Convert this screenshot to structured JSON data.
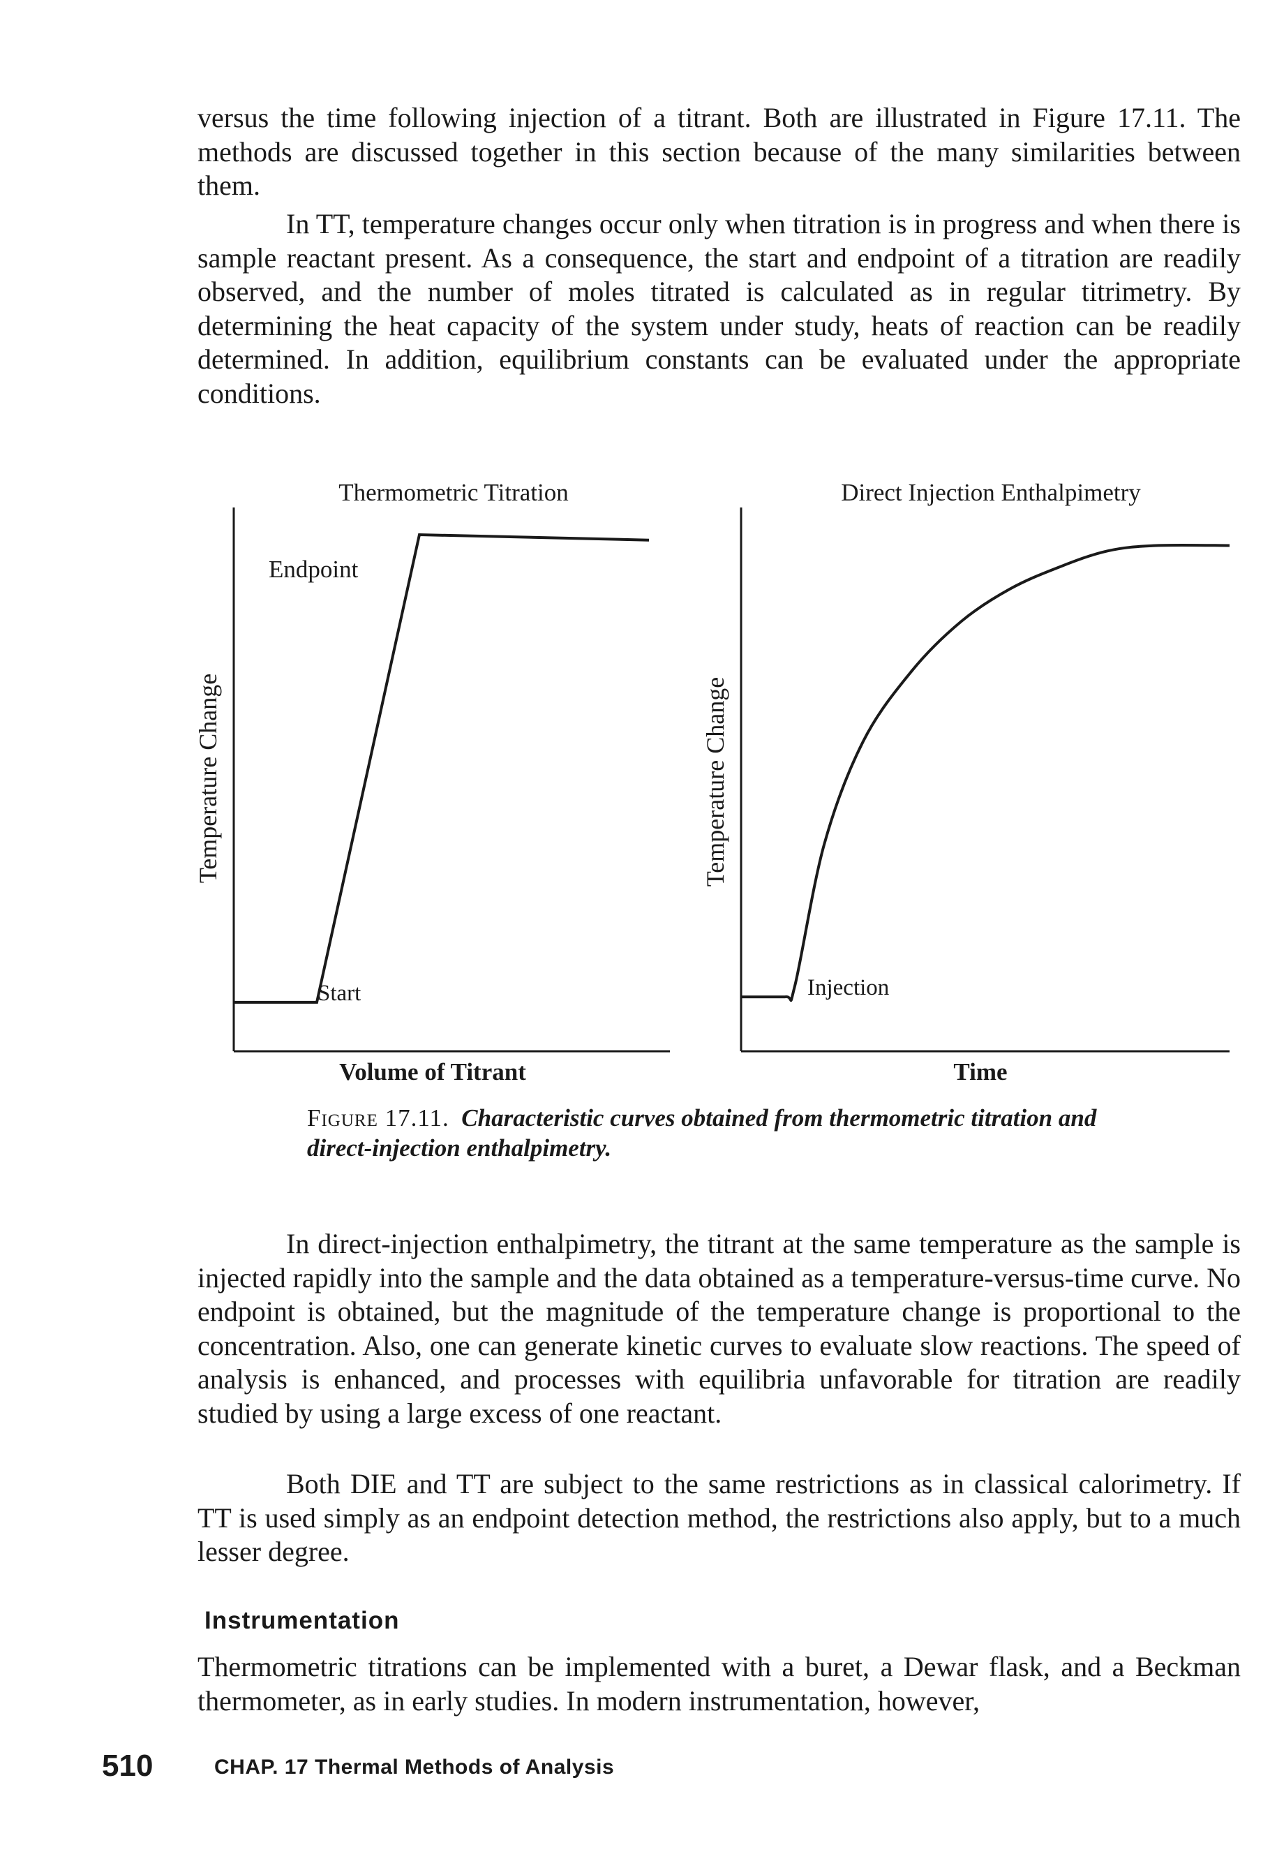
{
  "paragraphs": [
    "versus the time following injection of a titrant. Both are illustrated in Figure 17.11. The methods are discussed together in this section because of the many similarities between them.",
    "In TT, temperature changes occur only when titration is in progress and when there is sample reactant present. As a consequence, the start and endpoint of a titration are readily observed, and the number of moles titrated is calculated as in regular titrimetry. By determining the heat capacity of the system under study, heats of reaction can be readily determined. In addition, equilibrium constants can be evaluated under the appropriate conditions.",
    "In direct-injection enthalpimetry, the titrant at the same temperature as the sample is injected rapidly into the sample and the data obtained as a temperature-versus-time curve. No endpoint is obtained, but the magnitude of the temperature change is proportional to the concentration. Also, one can generate kinetic curves to evaluate slow reactions. The speed of analysis is enhanced, and processes with equilibria unfavorable for titration are readily studied by using a large excess of one reactant.",
    "Both DIE and TT are subject to the same restrictions as in classical calorimetry. If TT is used simply as an endpoint detection method, the restrictions also apply, but to a much lesser degree.",
    "Thermometric titrations can be implemented with a buret, a Dewar flask, and a Beckman thermometer, as in early studies. In modern instrumentation, however,"
  ],
  "figure": {
    "caption_label": "Figure 17.11.",
    "caption_text": "Characteristic curves obtained from thermometric titration and direct-injection enthalpimetry."
  },
  "chart_data": [
    {
      "type": "line",
      "title": "Thermometric Titration",
      "xlabel": "Volume of Titrant",
      "ylabel": "Temperature Change",
      "annotations": [
        "Endpoint",
        "Start"
      ],
      "x": [
        0,
        0.17,
        0.38,
        0.85
      ],
      "y": [
        0.09,
        0.09,
        0.95,
        0.94
      ],
      "xlim": [
        0,
        1
      ],
      "ylim": [
        0,
        1
      ],
      "grid": false
    },
    {
      "type": "line",
      "title": "Direct Injection Enthalpimetry",
      "xlabel": "Time",
      "ylabel": "Temperature Change",
      "annotations": [
        "Injection"
      ],
      "x": [
        0,
        0.09,
        0.11,
        0.17,
        0.25,
        0.35,
        0.45,
        0.55,
        0.65,
        0.75,
        0.85,
        1.0
      ],
      "y": [
        0.1,
        0.1,
        0.12,
        0.38,
        0.57,
        0.7,
        0.79,
        0.85,
        0.89,
        0.92,
        0.93,
        0.93
      ],
      "xlim": [
        0,
        1
      ],
      "ylim": [
        0,
        1
      ],
      "grid": false
    }
  ],
  "section": {
    "heading": "Instrumentation"
  },
  "footer": {
    "page_number": "510",
    "chapter": "CHAP. 17  Thermal Methods of Analysis"
  }
}
